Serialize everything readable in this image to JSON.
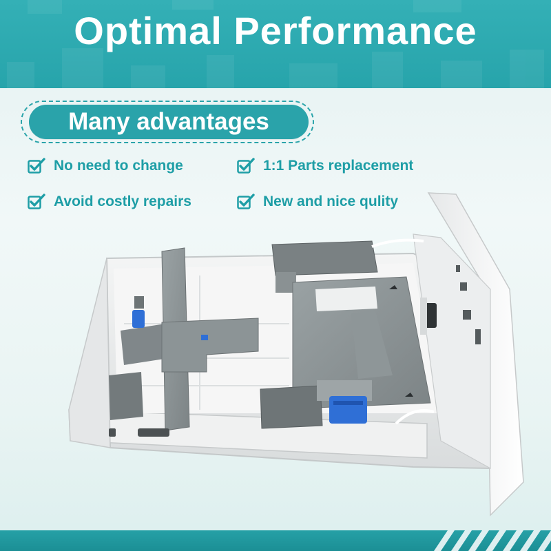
{
  "header": {
    "title": "Optimal Performance"
  },
  "section": {
    "title": "Many advantages"
  },
  "features": [
    {
      "label": "No need to change",
      "icon": "checkbox-check-icon"
    },
    {
      "label": "1:1 Parts replacement",
      "icon": "checkbox-check-icon"
    },
    {
      "label": "Avoid costly repairs",
      "icon": "checkbox-check-icon"
    },
    {
      "label": "New and nice qulity",
      "icon": "checkbox-check-icon"
    }
  ],
  "colors": {
    "teal": "#2aa3aa",
    "teal_text": "#1e9ea6",
    "tray_white": "#ebeced",
    "tray_gray": "#7f8586",
    "latch_blue": "#2f6fd6"
  }
}
